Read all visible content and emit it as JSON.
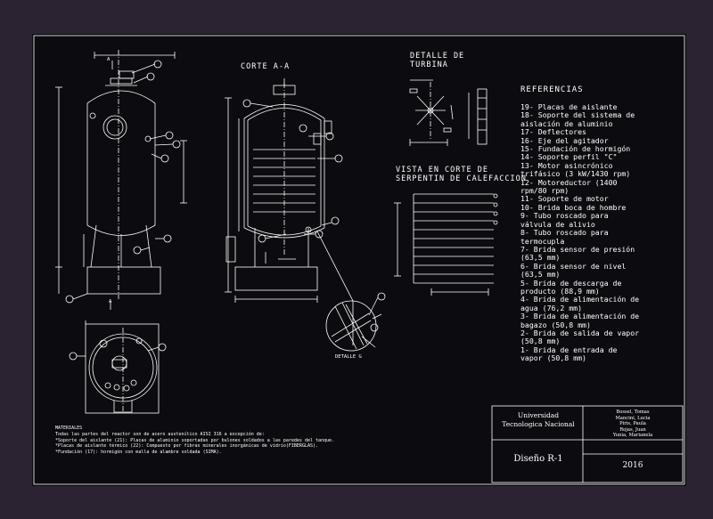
{
  "titles": {
    "section": "CORTE A-A",
    "turbine": [
      "DETALLE DE",
      "TURBINA"
    ],
    "coil": [
      "VISTA EN CORTE DE",
      "SERPENTIN DE CALEFACCION"
    ],
    "detail": "DETALLE G",
    "section_mark": "A"
  },
  "references": {
    "title": "REFERENCIAS",
    "items": [
      "19- Placas de aislante",
      "18- Soporte del sistema de",
      "aislación de aluminio",
      "17- Deflectores",
      "16- Eje del agitador",
      "15- Fundación de hormigón",
      "14- Soporte perfil \"C\"",
      "13- Motor asincrónico",
      "trifásico (3 kW/1430 rpm)",
      "12- Motoreductor (1400",
      "rpm/80 rpm)",
      "11- Soporte de motor",
      "10- Brida boca de hombre",
      "9- Tubo roscado para",
      "válvula de alivio",
      "8- Tubo roscado para",
      "termocupla",
      "7- Brida sensor de presión",
      "(63,5 mm)",
      "6- Brida sensor de nivel",
      "(63,5 mm)",
      "5- Brida de descarga de",
      "producto (88,9 mm)",
      "4- Brida de alimentación de",
      "agua (76,2 mm)",
      "3- Brida de alimentación de",
      "bagazo (50,8 mm)",
      "2- Brida de salida de vapor",
      "(50,8 mm)",
      "1- Brida de entrada de",
      "vapor (50,8 mm)"
    ]
  },
  "materials": {
    "title": "MATERIALES",
    "lines": [
      "Todas las partes del reactor son de acero austenítico AISI 316 a excepción de:",
      "*Soporte del aislante (21): Placas de aluminio soportadas por bulones soldados a las paredes del tanque.",
      "*Placas de aislante térmico (22): Compuesto por fibras minerales inorgánicas de vidrio(FIBERGLAS).",
      "*Fundación (17): hormigón con malla de alambre soldada (SIMA)."
    ]
  },
  "title_block": {
    "institution": [
      "Universidad",
      "Tecnologica Nacional"
    ],
    "authors": [
      "Bossel, Tomas",
      "Mancini, Lucia",
      "Piris, Paula",
      "Rojas, Juan",
      "Yunia, Marianela"
    ],
    "name": "Diseño R-1",
    "year": "2016"
  },
  "colors": {
    "background": "#2b2331",
    "sheet": "#0c0c10",
    "lines": "#ffffff"
  }
}
